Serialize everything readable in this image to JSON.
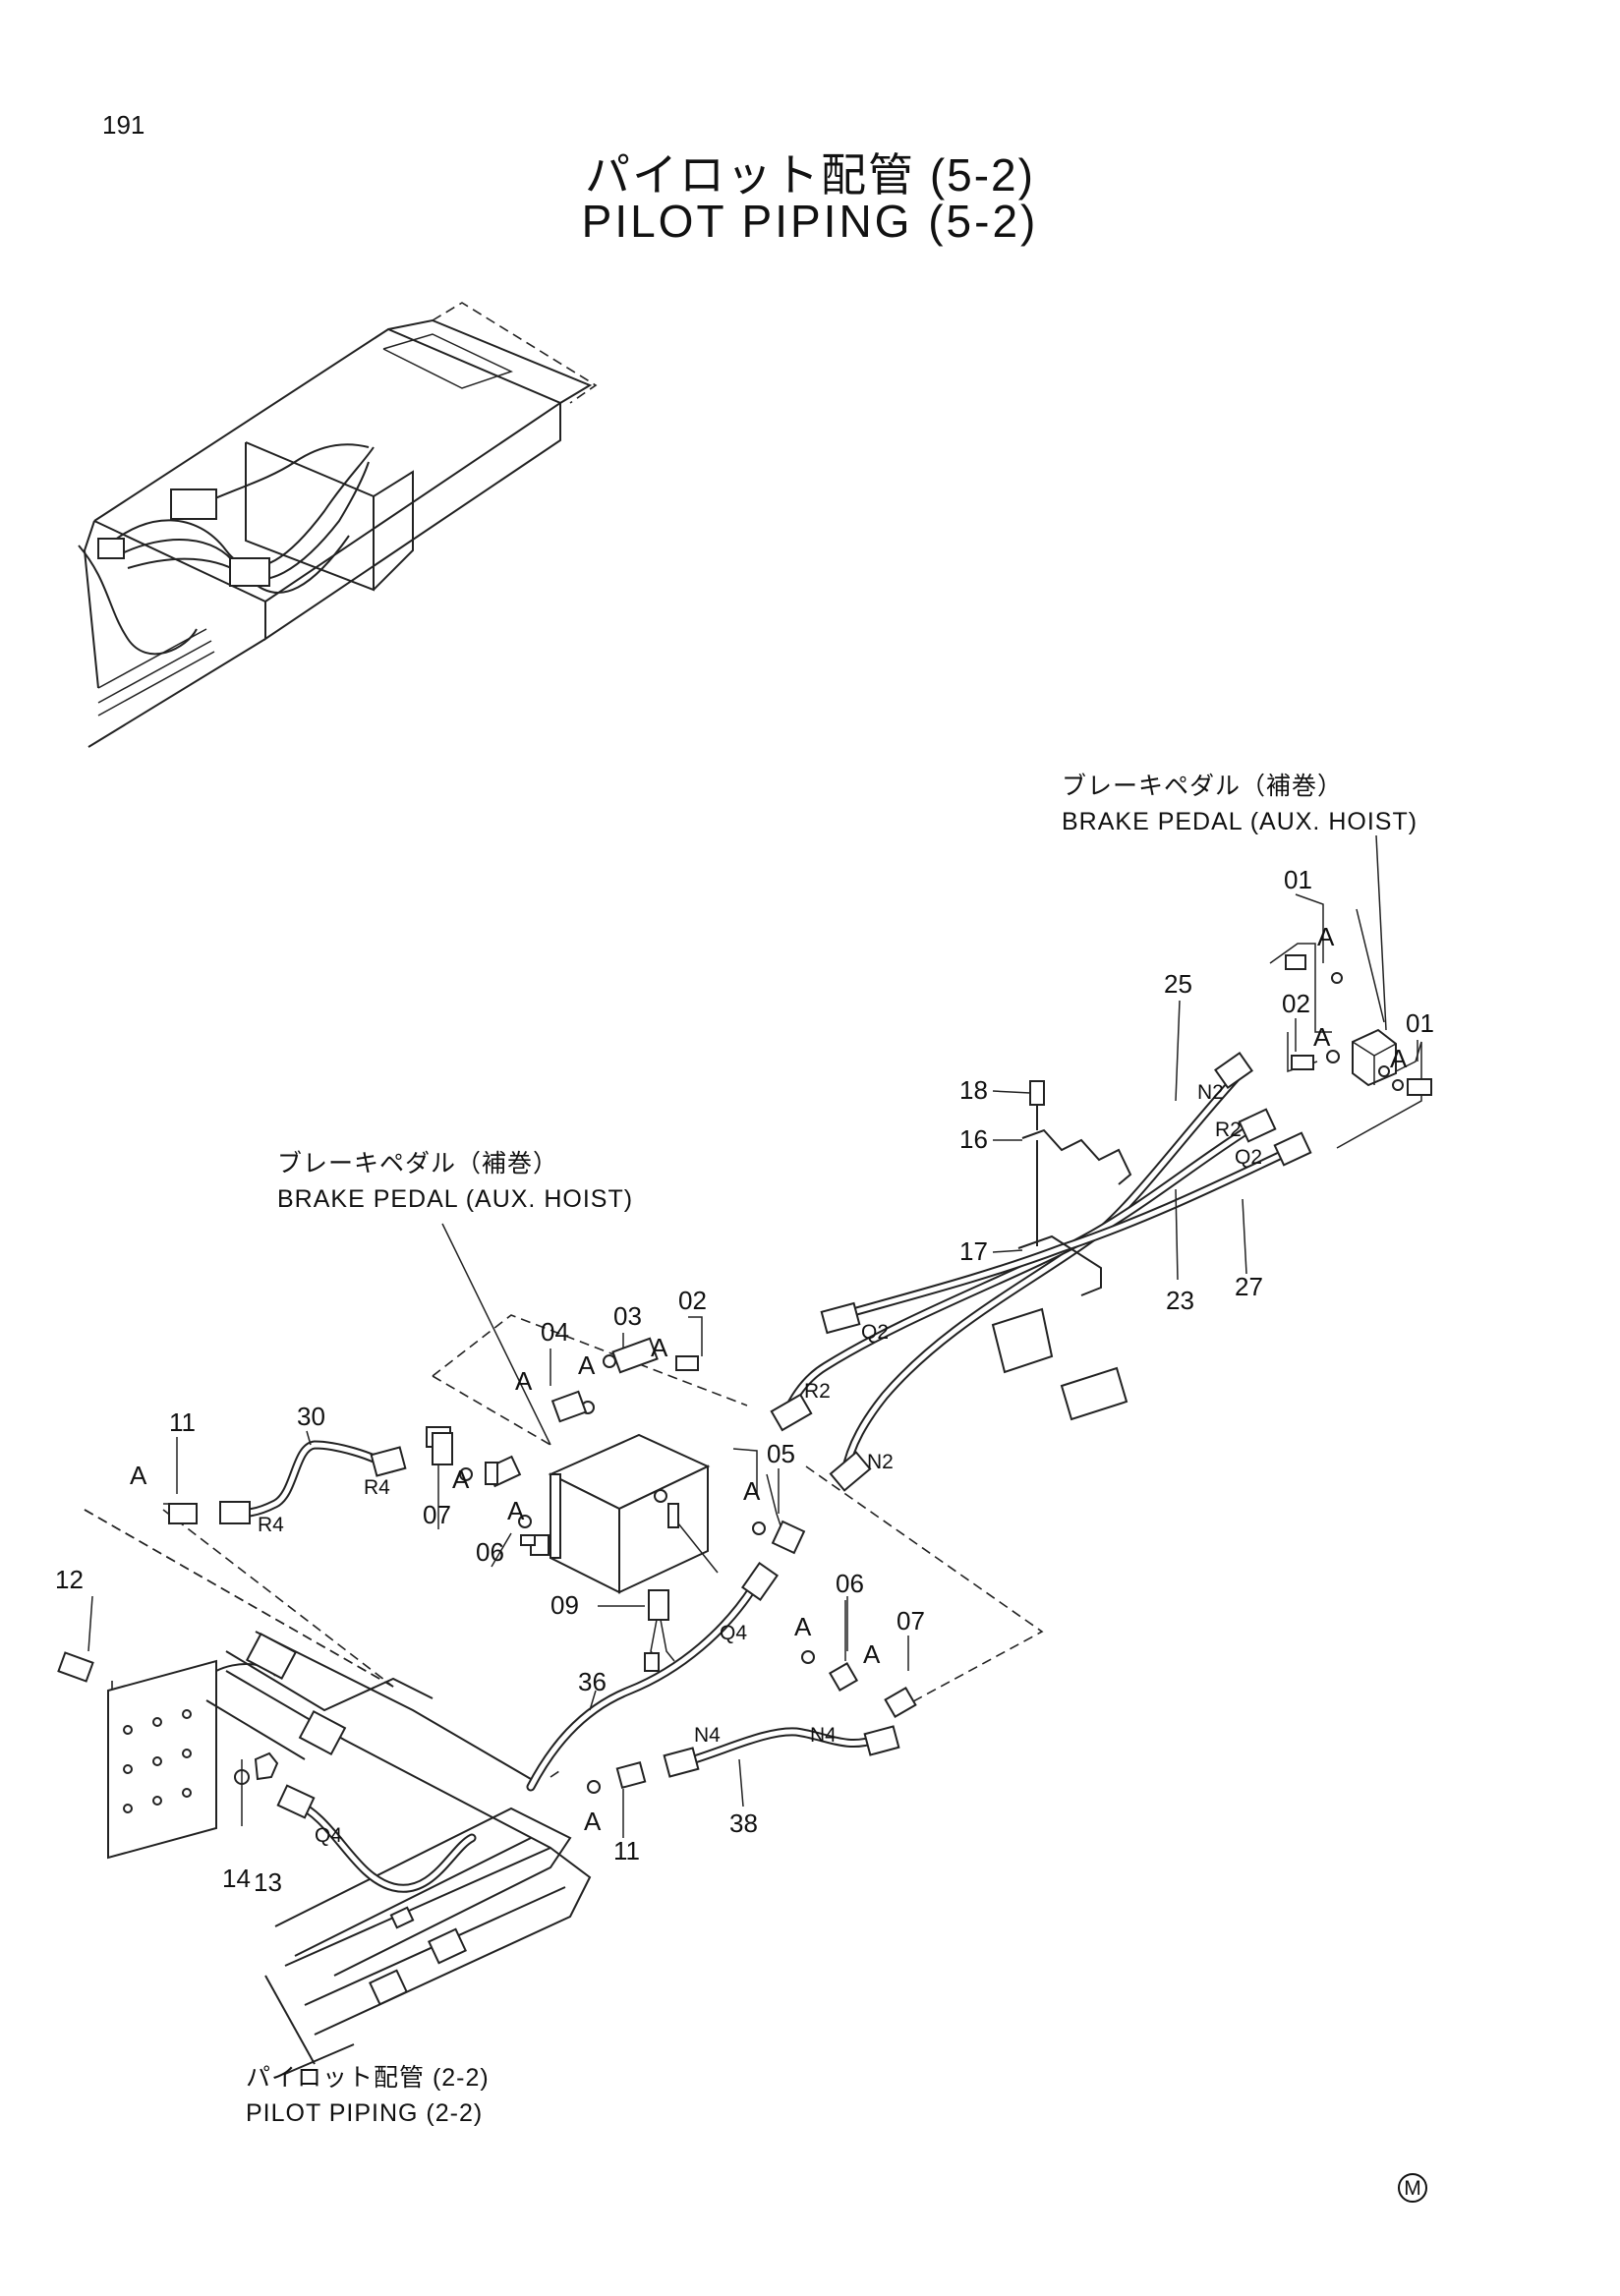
{
  "page": {
    "number": "191"
  },
  "title": {
    "jp": "パイロット配管 (5-2)",
    "en": "PILOT PIPING (5-2)"
  },
  "callouts": {
    "brake_pedal_right": {
      "jp": "ブレーキペダル（補巻）",
      "en": "BRAKE PEDAL (AUX. HOIST)"
    },
    "brake_pedal_left": {
      "jp": "ブレーキペダル（補巻）",
      "en": "BRAKE PEDAL (AUX. HOIST)"
    },
    "pilot_piping_ref": {
      "jp": "パイロット配管 (2-2)",
      "en": "PILOT PIPING (2-2)"
    }
  },
  "part_numbers": {
    "p01a": "01",
    "p01b": "01",
    "p02a": "02",
    "p02b": "02",
    "p03": "03",
    "p04": "04",
    "p05": "05",
    "p06a": "06",
    "p06b": "06",
    "p07a": "07",
    "p07b": "07",
    "p09": "09",
    "p11a": "11",
    "p11b": "11",
    "p12": "12",
    "p13": "13",
    "p14": "14",
    "p16": "16",
    "p17": "17",
    "p18": "18",
    "p23": "23",
    "p25": "25",
    "p27": "27",
    "p30": "30",
    "p36": "36",
    "p38": "38"
  },
  "port_labels": {
    "n2a": "N2",
    "r2a": "R2",
    "q2a": "Q2",
    "q2b": "Q2",
    "r2b": "R2",
    "n2b": "N2",
    "r4a": "R4",
    "r4b": "R4",
    "q4a": "Q4",
    "q4b": "Q4",
    "n4a": "N4",
    "n4b": "N4"
  },
  "seal_marker": "A",
  "symbol": "M"
}
